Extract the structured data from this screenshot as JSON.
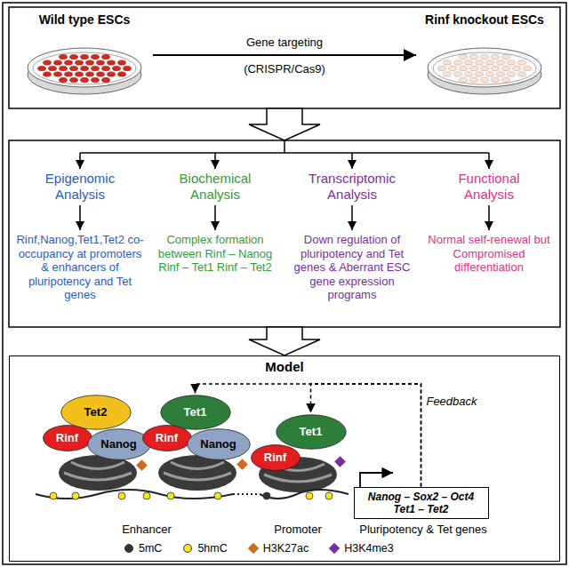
{
  "diagram": {
    "nodes": [
      {
        "text": [
          "Wild type ESCs"
        ]
      },
      {
        "text": [
          "Rinf knockout ESCs"
        ]
      },
      {
        "text": [
          "Epigenomic Analysis"
        ]
      },
      {
        "text": [
          "Biochemical Analysis"
        ]
      },
      {
        "text": [
          "Transcriptomic Analysis"
        ]
      },
      {
        "text": [
          "Functional Analysis"
        ]
      },
      {
        "text": [
          "Rinf,Nanog,Tet1,Tet2 co-occupancy at promoters & enhancers of pluripotency and Tet genes"
        ]
      },
      {
        "text": [
          "Complex formation between Rinf – Nanog Rinf – Tet1 Rinf – Tet2"
        ]
      },
      {
        "text": [
          "Down regulation of pluripotency and Tet genes & Aberrant ESC gene expression programs"
        ]
      },
      {
        "text": [
          "Normal self-renewal but Compromised differentiation"
        ]
      },
      {
        "text": [
          "Model"
        ]
      },
      {
        "text": [
          "Tet2"
        ],
        "in": 10
      },
      {
        "text": [
          "Rinf"
        ],
        "in": 10
      },
      {
        "text": [
          "Nanog"
        ],
        "in": 10
      },
      {
        "text": [
          "Tet1"
        ],
        "in": 10
      },
      {
        "text": [
          "Rinf"
        ],
        "in": 10
      },
      {
        "text": [
          "Nanog"
        ],
        "in": 10
      },
      {
        "text": [
          "Tet1"
        ],
        "in": 10
      },
      {
        "text": [
          "Rinf"
        ],
        "in": 10
      },
      {
        "text": [
          "Nanog – Sox2 – Oct4 Tet1 – Tet2"
        ],
        "in": 10
      }
    ],
    "edges": [
      {
        "from": 0,
        "to": 1,
        "arrow": "to"
      },
      {
        "from": 2,
        "to": 6,
        "arrow": "to"
      },
      {
        "from": 3,
        "to": 7,
        "arrow": "to"
      },
      {
        "from": 4,
        "to": 8,
        "arrow": "to"
      },
      {
        "from": 5,
        "to": 9,
        "arrow": "to"
      },
      {
        "from": 19,
        "to": 14,
        "arrow": "to"
      },
      {
        "from": 19,
        "to": 17,
        "arrow": "to"
      }
    ],
    "labels": [
      "Gene targeting",
      "(CRISPR/Cas9)",
      "Enhancer",
      "Promoter",
      "Pluripotency & Tet genes",
      "Feedback"
    ],
    "legend": [
      {
        "text": "5mC",
        "color": "#333333"
      },
      {
        "text": "5hmC",
        "color": "#f5e61a"
      },
      {
        "text": "H3K27ac",
        "color": "#d2691e"
      },
      {
        "text": "H3K4me3",
        "color": "#7b2f9e"
      }
    ]
  }
}
